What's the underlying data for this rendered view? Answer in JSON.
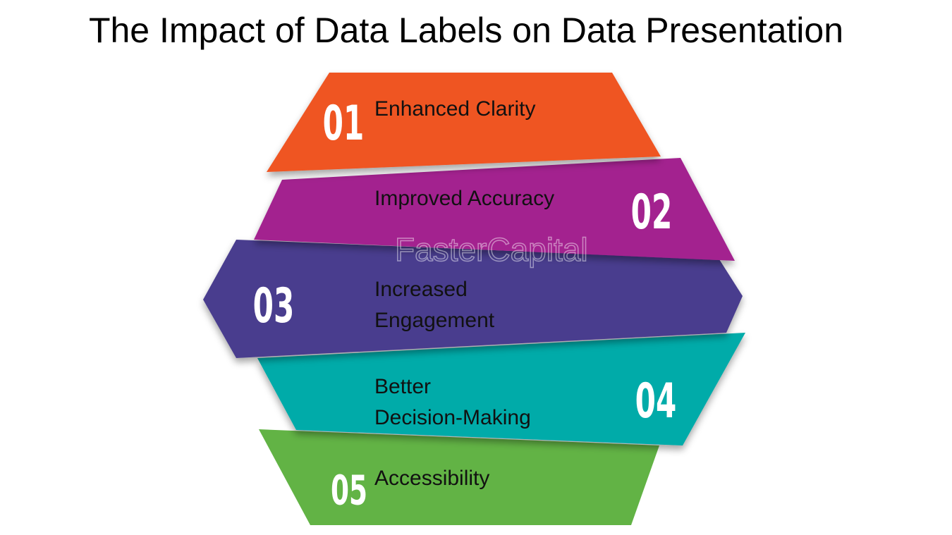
{
  "title": "The Impact of Data Labels on Data Presentation",
  "watermark": "FasterCapital",
  "items": [
    {
      "number": "01",
      "lines": [
        "Enhanced Clarity"
      ],
      "color": "#EF5423"
    },
    {
      "number": "02",
      "lines": [
        "Improved Accuracy"
      ],
      "color": "#A3238F"
    },
    {
      "number": "03",
      "lines": [
        "Increased",
        "Engagement"
      ],
      "color": "#4A3E8E"
    },
    {
      "number": "04",
      "lines": [
        "Better",
        "Decision-Making"
      ],
      "color": "#05ABA9"
    },
    {
      "number": "05",
      "lines": [
        "Accessibility"
      ],
      "color": "#62B345"
    }
  ]
}
